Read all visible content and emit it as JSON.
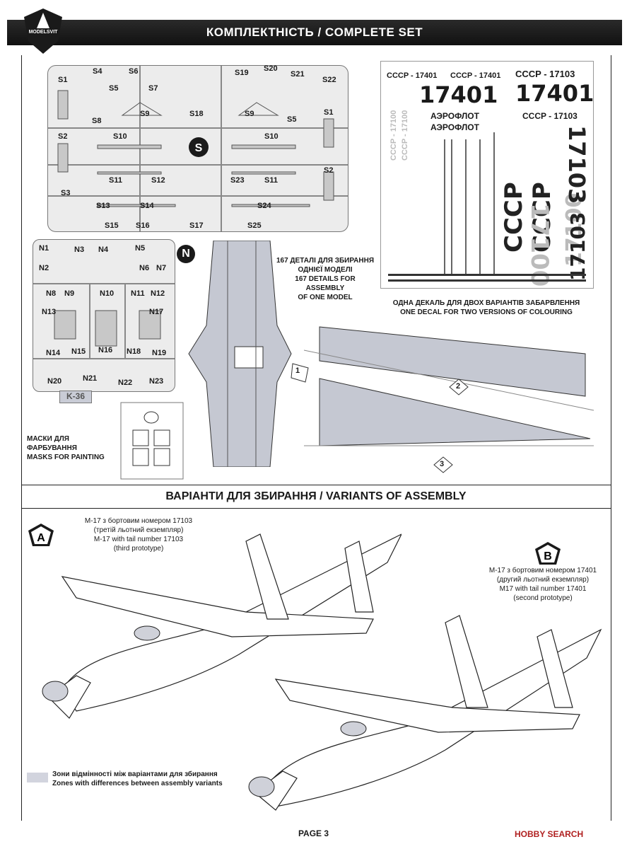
{
  "header": {
    "title": "КОМПЛЕКТНІСТЬ / COMPLETE SET",
    "logo": "MODELSVIT"
  },
  "sprue_s": {
    "badge": "S",
    "parts": [
      "S1",
      "S4",
      "S6",
      "S19",
      "S20",
      "S21",
      "S22",
      "S5",
      "S7",
      "S8",
      "S9",
      "S18",
      "S9",
      "S5",
      "S1",
      "S2",
      "S10",
      "S10",
      "S2",
      "S11",
      "S12",
      "S23",
      "S11",
      "S3",
      "S13",
      "S14",
      "S24",
      "S15",
      "S16",
      "S17",
      "S25"
    ]
  },
  "sprue_n": {
    "badge": "N",
    "parts": [
      "N1",
      "N3",
      "N4",
      "N5",
      "N2",
      "N6",
      "N7",
      "N8",
      "N9",
      "N10",
      "N11",
      "N12",
      "N13",
      "N17",
      "N14",
      "N15",
      "N16",
      "N18",
      "N19",
      "N20",
      "N21",
      "N22",
      "N23"
    ],
    "tag": "K-36"
  },
  "details_caption": [
    "167 ДЕТАЛІ ДЛЯ ЗБИРАННЯ",
    "ОДНІЄЇ МОДЕЛІ",
    "167 DETAILS FOR ASSEMBLY",
    "OF ONE MODEL"
  ],
  "decal": {
    "codes": [
      "CCCP - 17401",
      "CCCP - 17401",
      "CCCP - 17103",
      "17401",
      "17401",
      "АЭРОФЛОТ",
      "АЭРОФЛОТ",
      "CCCP - 17103",
      "CCCP",
      "CCCP",
      "17100",
      "17100",
      "17103",
      "17103",
      "CCCP - 17100",
      "CCCP - 17100"
    ],
    "caption": [
      "ОДНА ДЕКАЛЬ ДЛЯ ДВОХ ВАРІАНТІВ ЗАБАРВЛЕННЯ",
      "ONE DECAL FOR TWO VERSIONS OF COLOURING"
    ]
  },
  "parts_numbered": [
    "1",
    "2",
    "3"
  ],
  "masks": [
    "МАСКИ ДЛЯ ФАРБУВАННЯ",
    "MASKS FOR PAINTING"
  ],
  "variants": {
    "title": "ВАРІАНТИ ДЛЯ ЗБИРАННЯ / VARIANTS OF ASSEMBLY",
    "a": {
      "badge": "A",
      "lines": [
        "M-17 з бортовим номером 17103",
        "(третій льотний екземпляр)",
        "M-17 with tail number 17103",
        "(third prototype)"
      ]
    },
    "b": {
      "badge": "B",
      "lines": [
        "M-17 з бортовим номером 17401",
        "(другий льотний екземпляр)",
        "M17 with tail number 17401",
        "(second prototype)"
      ]
    },
    "legend": [
      "Зони відмінності між варіантами для збирання",
      "Zones with differences between assembly variants"
    ]
  },
  "footer": {
    "page": "PAGE 3",
    "watermark": "HOBBY SEARCH"
  }
}
